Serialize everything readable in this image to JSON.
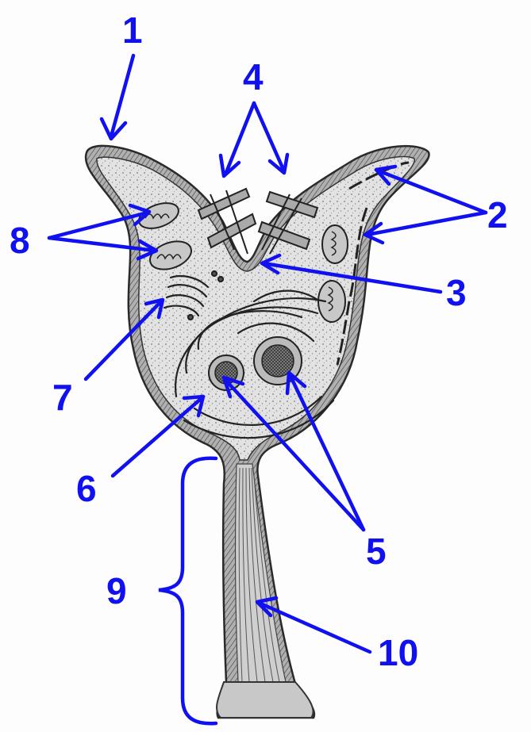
{
  "colors": {
    "annotation": "#1010f0",
    "ink": "#2a2a2a",
    "cytoplasm_fill": "#dcdcdc",
    "wall_fill": "#9a9a9a"
  },
  "labels": {
    "l1": "1",
    "l2": "2",
    "l3": "3",
    "l4": "4",
    "l5": "5",
    "l6": "6",
    "l7": "7",
    "l8": "8",
    "l9": "9",
    "l10": "10"
  }
}
